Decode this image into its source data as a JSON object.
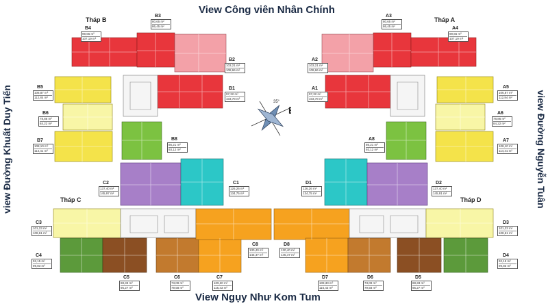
{
  "views": {
    "top": "View Công viên Nhân Chính",
    "bottom": "View Ngụy Như Kom Tum",
    "left": "view Đường Khuất Duy Tiến",
    "right": "view Đường Nguyễn Tuân"
  },
  "towers": {
    "A": "Tháp A",
    "B": "Tháp B",
    "C": "Tháp C",
    "D": "Tháp D"
  },
  "compass": {
    "angle": "35°",
    "letter": "B"
  },
  "colors": {
    "red": "#e8363c",
    "pink": "#f3a1a8",
    "yellow": "#f4e34a",
    "lightyellow": "#f8f6a6",
    "green": "#7cc241",
    "purple": "#a77fc8",
    "cyan": "#2cc7c7",
    "orange": "#f6a21f",
    "darkgreen": "#5c9a3b",
    "brown": "#c27a2e",
    "darkbrown": "#8b4f23",
    "core": "#f5f5f5"
  },
  "units": {
    "B4": {
      "label": "B4",
      "a1": "99,66 m²",
      "a2": "107,19 m²"
    },
    "B3": {
      "label": "B3",
      "a1": "80,65 m²",
      "a2": "86,45 m²"
    },
    "B2": {
      "label": "B2",
      "a1": "103,21 m²",
      "a2": "108,66 m²"
    },
    "B1": {
      "label": "B1",
      "a1": "97,32 m²",
      "a2": "103,78 m²"
    },
    "B5": {
      "label": "B5",
      "a1": "106,87 m²",
      "a2": "112,84 m²"
    },
    "B6": {
      "label": "B6",
      "a1": "78,86 m²",
      "a2": "84,22 m²"
    },
    "B7": {
      "label": "B7",
      "a1": "108,10 m²",
      "a2": "114,41 m²"
    },
    "B8": {
      "label": "B8",
      "a1": "86,21 m²",
      "a2": "93,12 m²"
    },
    "A3": {
      "label": "A3",
      "a1": "80,65 m²",
      "a2": "86,45 m²"
    },
    "A4": {
      "label": "A4",
      "a1": "99,66 m²",
      "a2": "107,19 m²"
    },
    "A2": {
      "label": "A2",
      "a1": "103,21 m²",
      "a2": "108,66 m²"
    },
    "A1": {
      "label": "A1",
      "a1": "97,32 m²",
      "a2": "103,78 m²"
    },
    "A5": {
      "label": "A5",
      "a1": "106,87 m²",
      "a2": "112,84 m²"
    },
    "A6": {
      "label": "A6",
      "a1": "78,86 m²",
      "a2": "84,22 m²"
    },
    "A7": {
      "label": "A7",
      "a1": "108,10 m²",
      "a2": "114,41 m²"
    },
    "A8": {
      "label": "A8",
      "a1": "86,21 m²",
      "a2": "93,12 m²"
    },
    "C2": {
      "label": "C2",
      "a1": "137,40 m²",
      "a2": "145,97 m²"
    },
    "C1": {
      "label": "C1",
      "a1": "126,26 m²",
      "a2": "134,75 m²"
    },
    "C3": {
      "label": "C3",
      "a1": "101,23 m²",
      "a2": "108,61 m²"
    },
    "C4": {
      "label": "C4",
      "a1": "92,15 m²",
      "a2": "99,83 m²"
    },
    "C5": {
      "label": "C5",
      "a1": "88,33 m²",
      "a2": "95,27 m²"
    },
    "C6": {
      "label": "C6",
      "a1": "73,09 m²",
      "a2": "79,58 m²"
    },
    "C7": {
      "label": "C7",
      "a1": "109,30 m²",
      "a2": "116,43 m²"
    },
    "C8": {
      "label": "C8",
      "a1": "130,40 m²",
      "a2": "145,47 m²"
    },
    "D8": {
      "label": "D8",
      "a1": "130,40 m²",
      "a2": "145,47 m²"
    },
    "D1": {
      "label": "D1",
      "a1": "126,26 m²",
      "a2": "134,75 m²"
    },
    "D2": {
      "label": "D2",
      "a1": "137,40 m²",
      "a2": "145,91 m²"
    },
    "D3": {
      "label": "D3",
      "a1": "101,23 m²",
      "a2": "108,61 m²"
    },
    "D4": {
      "label": "D4",
      "a1": "92,15 m²",
      "a2": "99,83 m²"
    },
    "D5": {
      "label": "D5",
      "a1": "88,33 m²",
      "a2": "95,27 m²"
    },
    "D6": {
      "label": "D6",
      "a1": "73,09 m²",
      "a2": "79,58 m²"
    },
    "D7": {
      "label": "D7",
      "a1": "109,30 m²",
      "a2": "116,43 m²"
    }
  }
}
